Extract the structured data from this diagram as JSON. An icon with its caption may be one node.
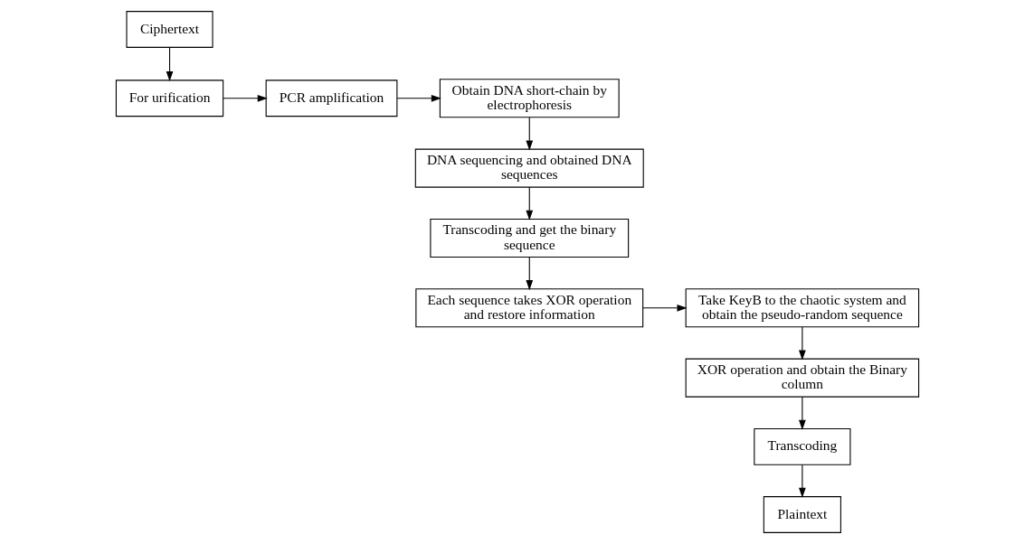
{
  "diagram": {
    "nodes": [
      {
        "text": [
          "Ciphertext"
        ]
      },
      {
        "text": [
          "For urification"
        ]
      },
      {
        "text": [
          "PCR amplification"
        ]
      },
      {
        "text": [
          "Obtain DNA short-chain by electrophoresis"
        ]
      },
      {
        "text": [
          "DNA sequencing and obtained DNA sequences"
        ]
      },
      {
        "text": [
          "Transcoding and get the binary sequence"
        ]
      },
      {
        "text": [
          "Each sequence takes XOR operation and restore information"
        ]
      },
      {
        "text": [
          "Take KeyB to the chaotic system and obtain the pseudo-random sequence"
        ]
      },
      {
        "text": [
          "XOR operation and obtain the Binary column"
        ]
      },
      {
        "text": [
          "Transcoding"
        ]
      },
      {
        "text": [
          "Plaintext"
        ]
      }
    ],
    "edges": [
      {
        "from": 0,
        "to": 1,
        "arrow": "to"
      },
      {
        "from": 1,
        "to": 2,
        "arrow": "to"
      },
      {
        "from": 2,
        "to": 3,
        "arrow": "to"
      },
      {
        "from": 3,
        "to": 4,
        "arrow": "to"
      },
      {
        "from": 4,
        "to": 5,
        "arrow": "to"
      },
      {
        "from": 5,
        "to": 6,
        "arrow": "to"
      },
      {
        "from": 6,
        "to": 7,
        "arrow": "to"
      },
      {
        "from": 7,
        "to": 8,
        "arrow": "to"
      },
      {
        "from": 8,
        "to": 9,
        "arrow": "to"
      },
      {
        "from": 9,
        "to": 10,
        "arrow": "to"
      }
    ]
  }
}
